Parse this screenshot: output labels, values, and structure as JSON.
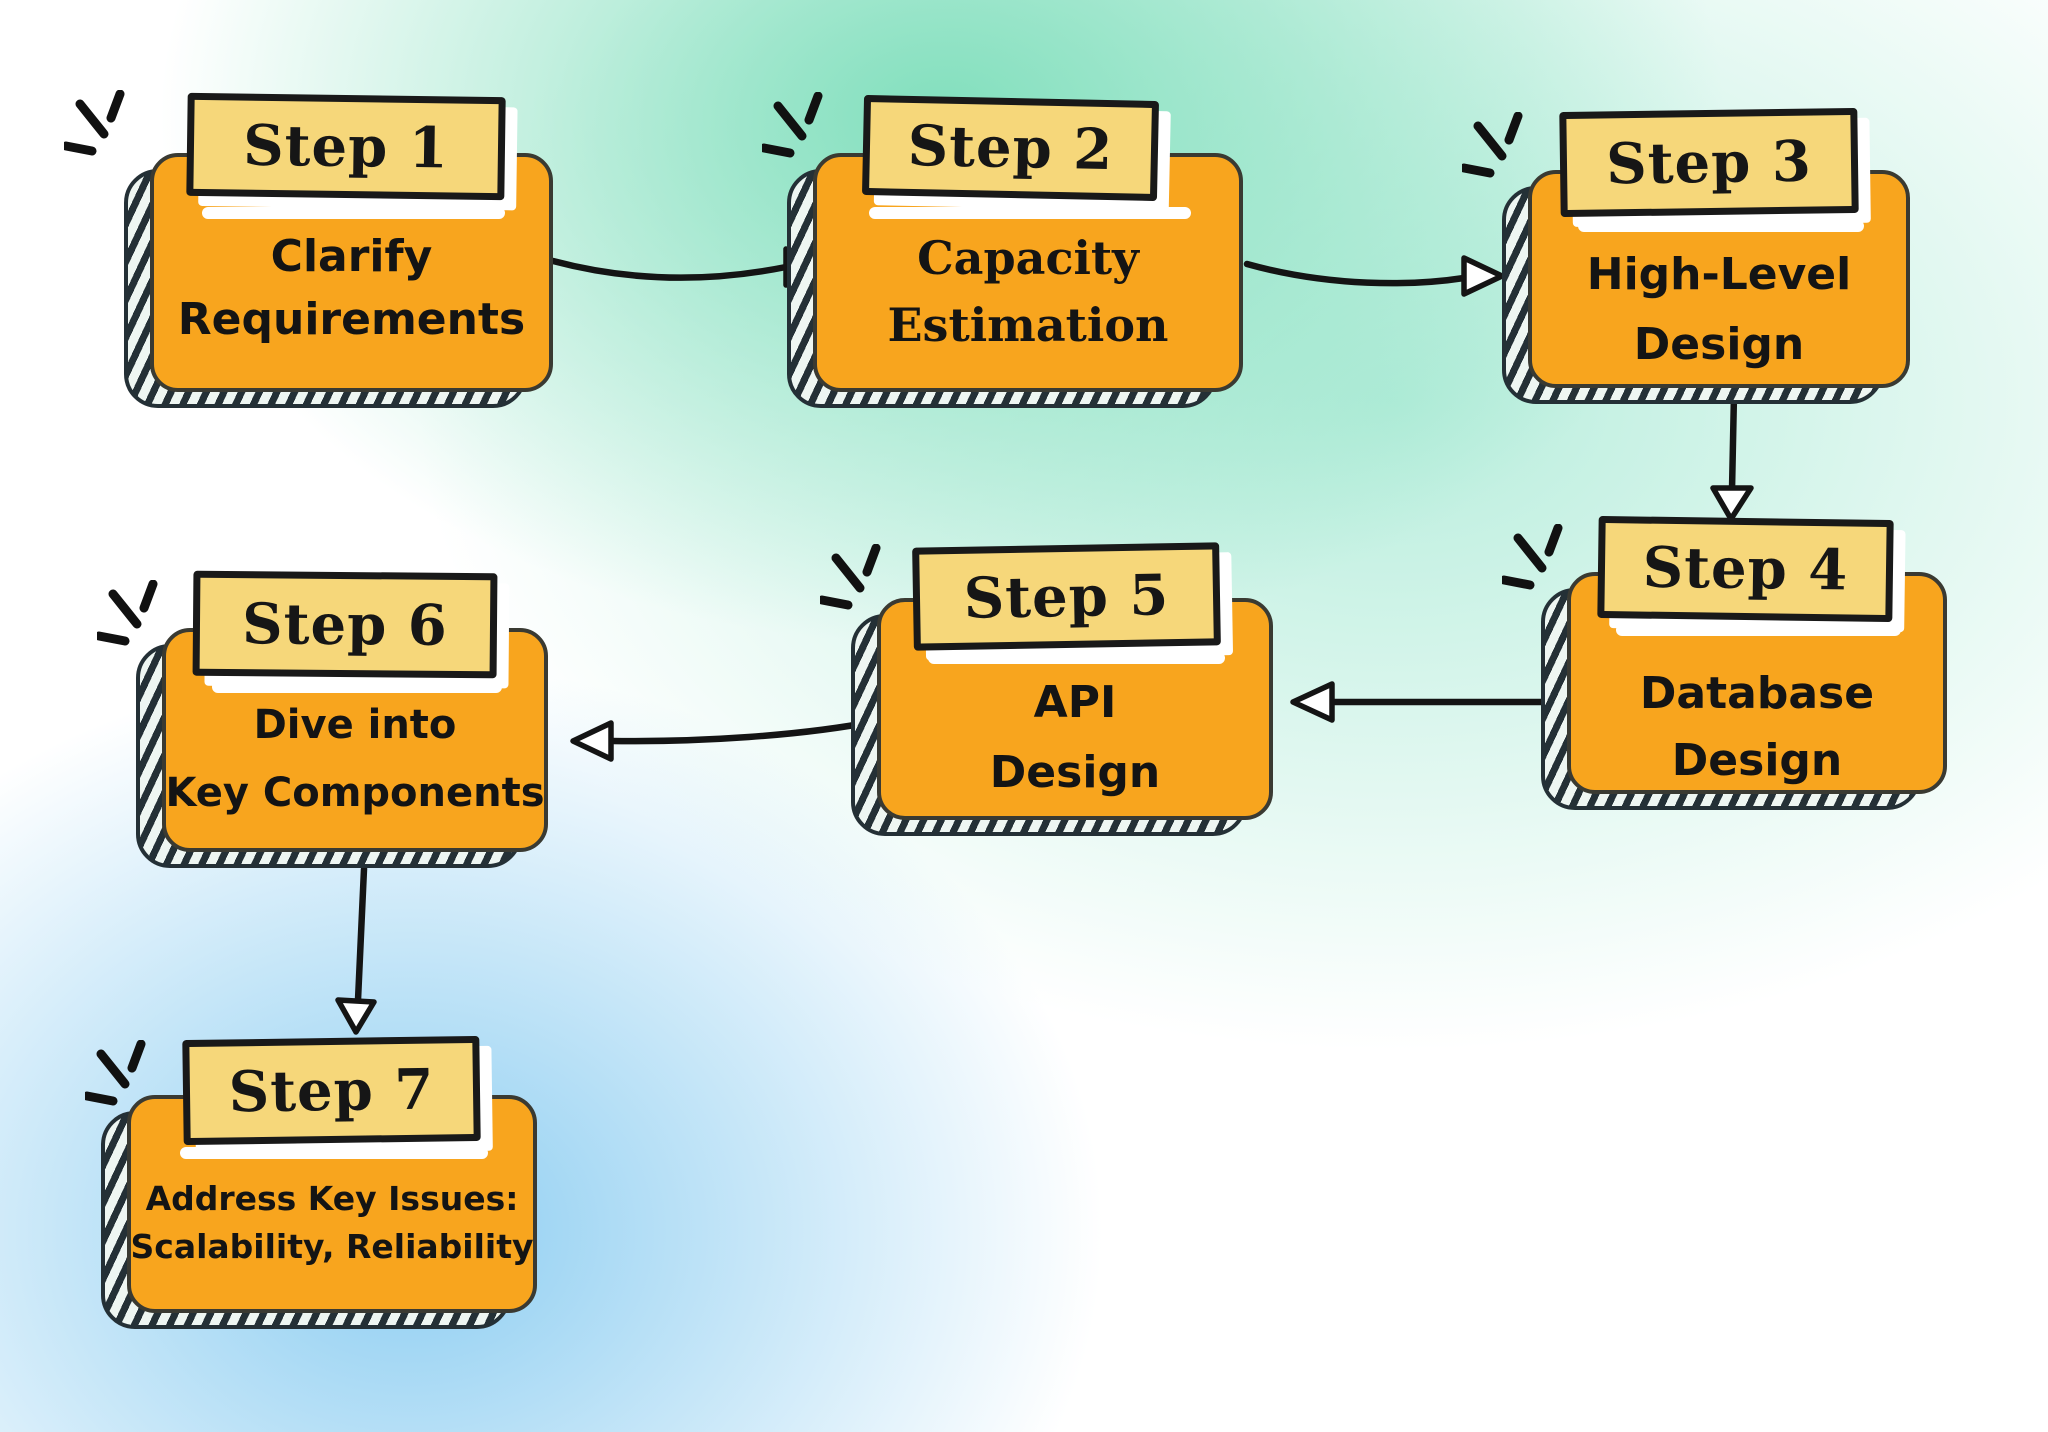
{
  "diagram": {
    "title_implied": "System design interview steps",
    "steps": [
      {
        "label": "Step 1",
        "line1": "Clarify",
        "line2": "Requirements"
      },
      {
        "label": "Step 2",
        "line1": "Capacity",
        "line2": "Estimation"
      },
      {
        "label": "Step 3",
        "line1": "High-Level",
        "line2": "Design"
      },
      {
        "label": "Step 4",
        "line1": "Database",
        "line2": "Design"
      },
      {
        "label": "Step 5",
        "line1": "API",
        "line2": "Design"
      },
      {
        "label": "Step 6",
        "line1": "Dive into",
        "line2": "Key Components"
      },
      {
        "label": "Step 7",
        "line1": "Address Key Issues:",
        "line2": "Scalability, Reliability"
      }
    ],
    "connections": [
      {
        "from": "Step 1",
        "to": "Step 2"
      },
      {
        "from": "Step 2",
        "to": "Step 3"
      },
      {
        "from": "Step 3",
        "to": "Step 4"
      },
      {
        "from": "Step 4",
        "to": "Step 5"
      },
      {
        "from": "Step 5",
        "to": "Step 6"
      },
      {
        "from": "Step 6",
        "to": "Step 7"
      }
    ],
    "colors": {
      "card_fill": "#F8A51E",
      "label_fill": "#F6D77A",
      "stroke": "#191919",
      "hatch_shadow": "#243036",
      "bg_teal": "#82DFBD",
      "bg_blue": "#8CCDF1",
      "highlight": "#FFFFFF"
    },
    "icons": {
      "burst": "three radiating hand-drawn dashes at each card's top-left corner"
    }
  }
}
